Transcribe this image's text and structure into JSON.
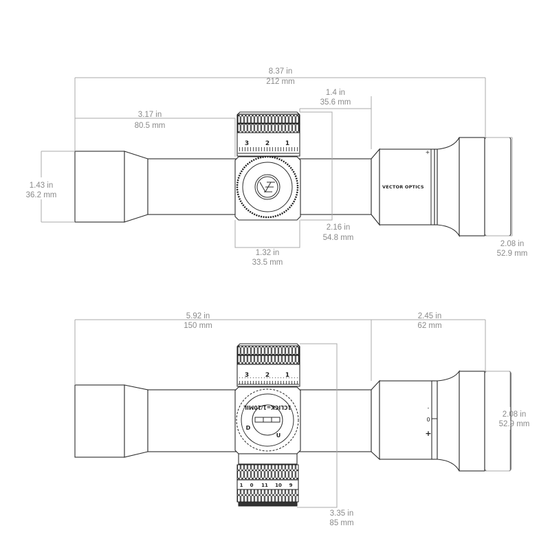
{
  "top_view": {
    "dims": {
      "overall_length": {
        "in": "8.37 in",
        "mm": "212 mm"
      },
      "objective_to_turret": {
        "in": "3.17 in",
        "mm": "80.5 mm"
      },
      "turret_to_eyepiece": {
        "in": "1.4 in",
        "mm": "35.6 mm"
      },
      "turret_height": {
        "in": "2.16 in",
        "mm": "54.8 mm"
      },
      "turret_width": {
        "in": "1.32 in",
        "mm": "33.5 mm"
      },
      "objective_diameter": {
        "in": "1.43 in",
        "mm": "36.2 mm"
      },
      "eyepiece_diameter": {
        "in": "2.08 in",
        "mm": "52.9 mm"
      }
    },
    "turret_scale": [
      "3",
      "2",
      "1"
    ],
    "brand_logo": "VECTOR OPTICS",
    "eyepiece_mark": "+"
  },
  "side_view": {
    "dims": {
      "objective_to_eyepiece": {
        "in": "5.92 in",
        "mm": "150 mm"
      },
      "eyepiece_length": {
        "in": "2.45 in",
        "mm": "62 mm"
      },
      "eyepiece_diameter": {
        "in": "2.08 in",
        "mm": "52.9 mm"
      },
      "turret_height": {
        "in": "3.35 in",
        "mm": "85 mm"
      }
    },
    "turret_scale": [
      "3",
      "2",
      "1"
    ],
    "dial_text": "1CLICK=1/10MIL",
    "dial_up": "U",
    "dial_down": "D",
    "diopter_marks": [
      "-",
      "0",
      "+"
    ],
    "bottom_scale": [
      "1",
      "0",
      "11",
      "10",
      "9"
    ]
  }
}
